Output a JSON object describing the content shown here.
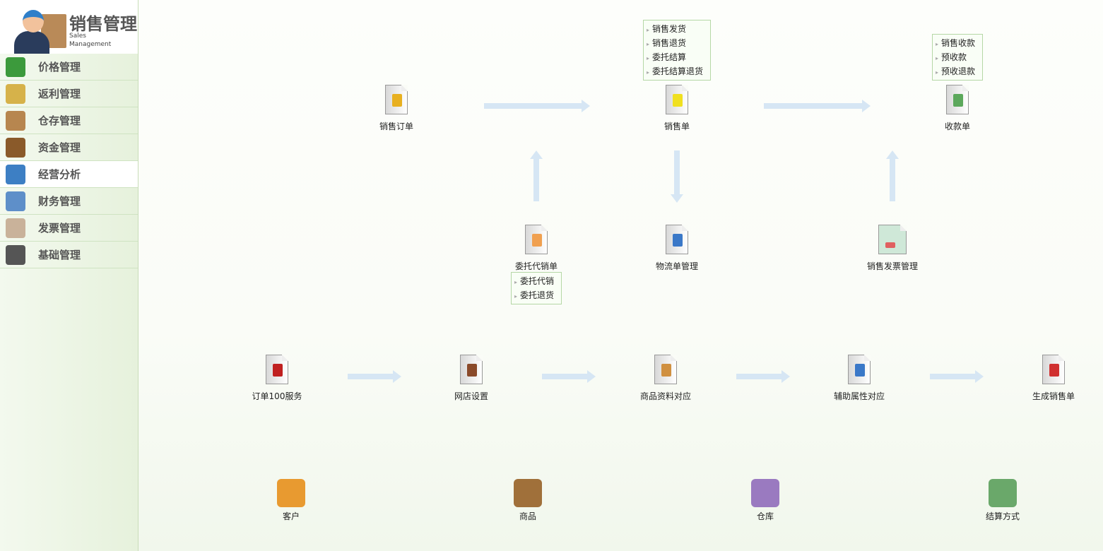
{
  "logo": {
    "title": "销售管理",
    "subtitle": "Sales Management"
  },
  "sidebar": {
    "items": [
      {
        "label": "价格管理",
        "color": "#3c9a3c"
      },
      {
        "label": "返利管理",
        "color": "#d6b24a"
      },
      {
        "label": "仓存管理",
        "color": "#b7864f"
      },
      {
        "label": "资金管理",
        "color": "#8a5a2a"
      },
      {
        "label": "经营分析",
        "color": "#3d7fc4",
        "active": true
      },
      {
        "label": "财务管理",
        "color": "#5e8fc9"
      },
      {
        "label": "发票管理",
        "color": "#c9b29a"
      },
      {
        "label": "基础管理",
        "color": "#555555"
      }
    ]
  },
  "flow": {
    "sales_order": "销售订单",
    "sales_bill": "销售单",
    "receipt": "收款单",
    "consign": "委托代销单",
    "logistics": "物流单管理",
    "invoice": "销售发票管理",
    "sales_menu": [
      "销售发货",
      "销售退货",
      "委托结算",
      "委托结算退货"
    ],
    "receipt_menu": [
      "销售收款",
      "预收款",
      "预收退款"
    ],
    "consign_menu": [
      "委托代销",
      "委托退货"
    ]
  },
  "row2": [
    "订单100服务",
    "网店设置",
    "商品资料对应",
    "辅助属性对应",
    "生成销售单"
  ],
  "row3": [
    "客户",
    "商品",
    "仓库",
    "结算方式"
  ]
}
